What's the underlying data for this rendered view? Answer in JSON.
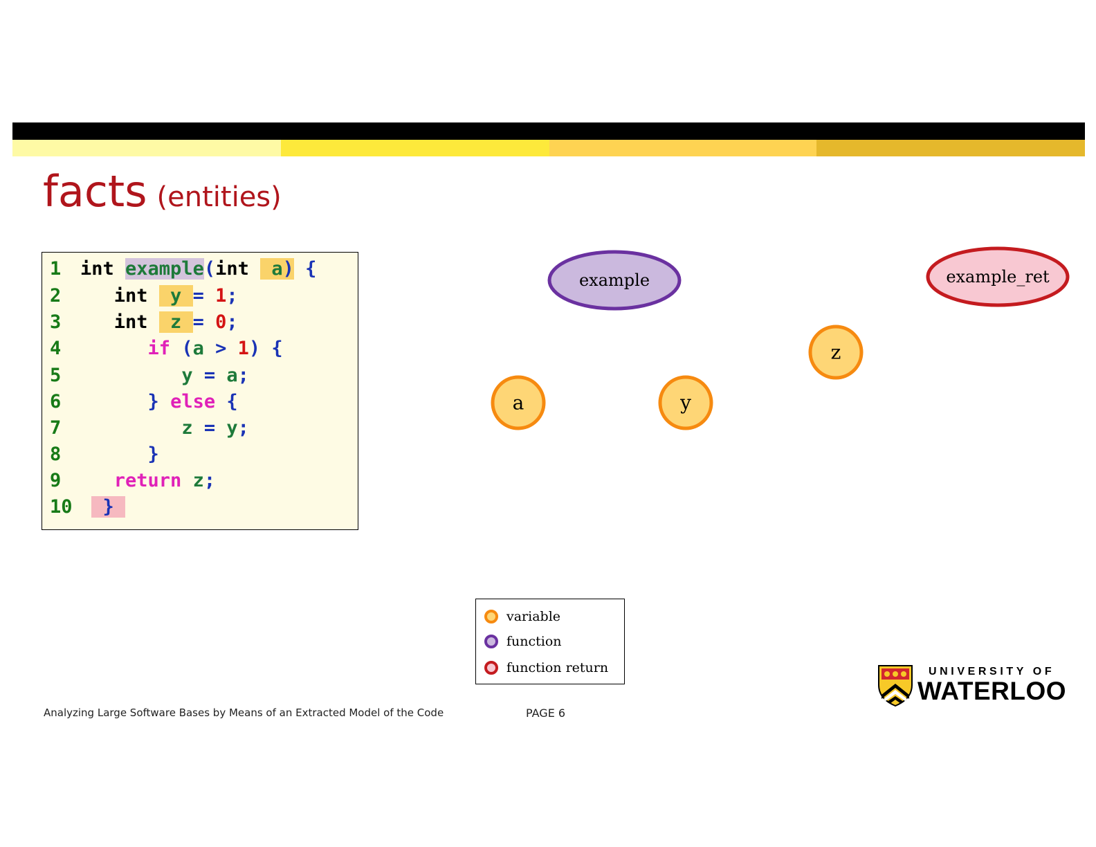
{
  "slide": {
    "title_main": "facts",
    "title_sub": "(entities)",
    "footer_text": "Analyzing Large Software Bases by Means of an Extracted Model of the Code",
    "page_label": "PAGE 6"
  },
  "colors": {
    "stripe_1": "#fefaa5",
    "stripe_2": "#fde93b",
    "stripe_3": "#fed352",
    "stripe_4": "#e5b82c",
    "title": "#b0151c",
    "variable_fill": "#fed676",
    "variable_stroke": "#f68a10",
    "function_fill": "#cbb9de",
    "function_stroke": "#6a31a0",
    "return_fill": "#f8c8d2",
    "return_stroke": "#c41b1f"
  },
  "code": {
    "lines": [
      {
        "num": "1",
        "tokens": [
          {
            "t": "int ",
            "c": "int"
          },
          {
            "t": "example",
            "c": "id",
            "hl": "fn"
          },
          {
            "t": "(",
            "c": "pun"
          },
          {
            "t": "int ",
            "c": "int"
          },
          {
            "t": " a",
            "c": "id",
            "hl": "var"
          },
          {
            "t": ")",
            "c": "pun",
            "hl": "var"
          },
          {
            "t": " {",
            "c": "pun"
          }
        ]
      },
      {
        "num": "2",
        "tokens": [
          {
            "t": "   int ",
            "c": "int"
          },
          {
            "t": " y ",
            "c": "id",
            "hl": "var"
          },
          {
            "t": "= ",
            "c": "pun"
          },
          {
            "t": "1",
            "c": "num"
          },
          {
            "t": ";",
            "c": "pun"
          }
        ]
      },
      {
        "num": "3",
        "tokens": [
          {
            "t": "   int ",
            "c": "int"
          },
          {
            "t": " z ",
            "c": "id",
            "hl": "var"
          },
          {
            "t": "= ",
            "c": "pun"
          },
          {
            "t": "0",
            "c": "num"
          },
          {
            "t": ";",
            "c": "pun"
          }
        ]
      },
      {
        "num": "4",
        "tokens": [
          {
            "t": "      ",
            "c": "int"
          },
          {
            "t": "if ",
            "c": "kw"
          },
          {
            "t": "(",
            "c": "pun"
          },
          {
            "t": "a ",
            "c": "id"
          },
          {
            "t": "> ",
            "c": "pun"
          },
          {
            "t": "1",
            "c": "num"
          },
          {
            "t": ") {",
            "c": "pun"
          }
        ]
      },
      {
        "num": "5",
        "tokens": [
          {
            "t": "         ",
            "c": "int"
          },
          {
            "t": "y ",
            "c": "id"
          },
          {
            "t": "= ",
            "c": "pun"
          },
          {
            "t": "a",
            "c": "id"
          },
          {
            "t": ";",
            "c": "pun"
          }
        ]
      },
      {
        "num": "6",
        "tokens": [
          {
            "t": "      ",
            "c": "int"
          },
          {
            "t": "} ",
            "c": "pun"
          },
          {
            "t": "else ",
            "c": "kw"
          },
          {
            "t": "{",
            "c": "pun"
          }
        ]
      },
      {
        "num": "7",
        "tokens": [
          {
            "t": "         ",
            "c": "int"
          },
          {
            "t": "z ",
            "c": "id"
          },
          {
            "t": "= ",
            "c": "pun"
          },
          {
            "t": "y",
            "c": "id"
          },
          {
            "t": ";",
            "c": "pun"
          }
        ]
      },
      {
        "num": "8",
        "tokens": [
          {
            "t": "      ",
            "c": "int"
          },
          {
            "t": "}",
            "c": "pun"
          }
        ]
      },
      {
        "num": "9",
        "tokens": [
          {
            "t": "   ",
            "c": "int"
          },
          {
            "t": "return ",
            "c": "kw"
          },
          {
            "t": "z",
            "c": "id"
          },
          {
            "t": ";",
            "c": "pun"
          }
        ]
      },
      {
        "num": "10",
        "tokens": [
          {
            "t": " ",
            "c": "int"
          },
          {
            "t": " } ",
            "c": "pun",
            "hl": "ret"
          }
        ]
      }
    ]
  },
  "graph": {
    "nodes": [
      {
        "id": "example",
        "label": "example",
        "kind": "function"
      },
      {
        "id": "example_ret",
        "label": "example_ret",
        "kind": "return"
      },
      {
        "id": "z",
        "label": "z",
        "kind": "variable"
      },
      {
        "id": "a",
        "label": "a",
        "kind": "variable"
      },
      {
        "id": "y",
        "label": "y",
        "kind": "variable"
      }
    ]
  },
  "legend": {
    "items": [
      {
        "label": "variable",
        "kind": "variable"
      },
      {
        "label": "function",
        "kind": "function"
      },
      {
        "label": "function return",
        "kind": "return"
      }
    ]
  },
  "logo": {
    "line1": "UNIVERSITY OF",
    "line2": "WATERLOO"
  }
}
